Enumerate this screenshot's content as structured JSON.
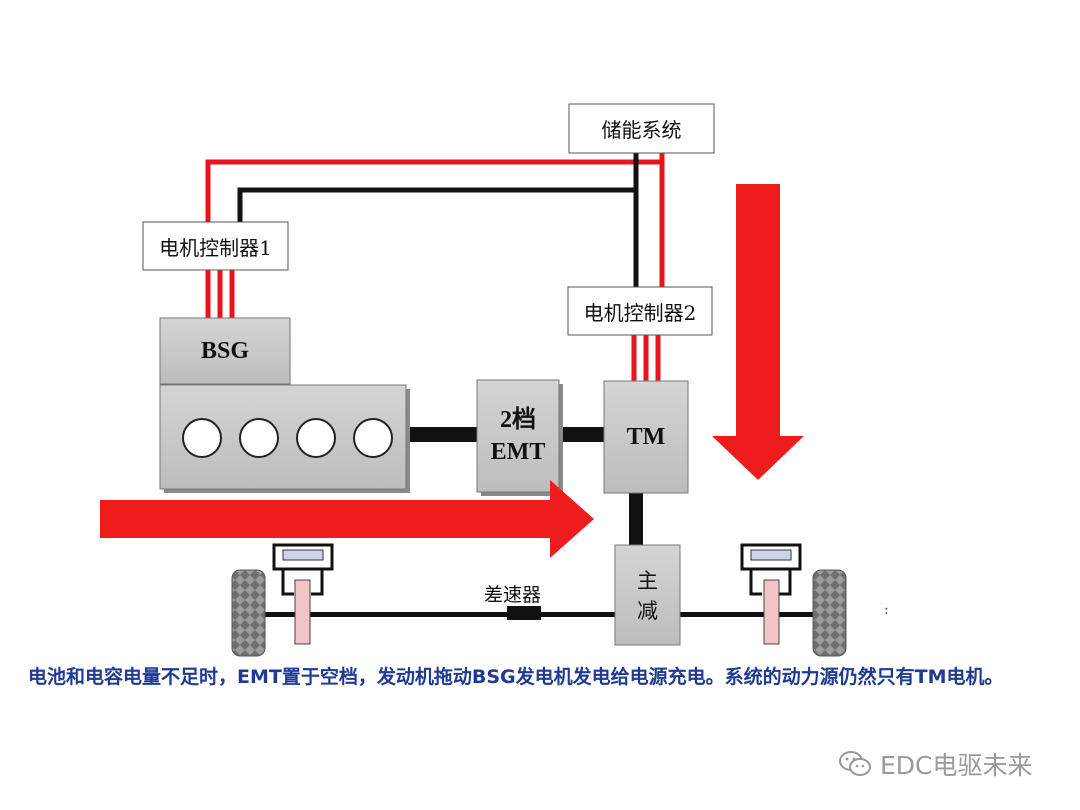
{
  "labels": {
    "storage": "储能系统",
    "controller1": "电机控制器1",
    "controller2": "电机控制器2",
    "bsg": "BSG",
    "emt_line1": "2档",
    "emt_line2": "EMT",
    "tm": "TM",
    "final_drive_line1": "主",
    "final_drive_line2": "减",
    "differential": "差速器"
  },
  "caption": "电池和电容电量不足时，EMT置于空档，发动机拖动BSG发电机发电给电源充电。系统的动力源仍然只有TM电机。",
  "watermark": {
    "icon": "wechat-icon",
    "text": "EDC电驱未来"
  },
  "stray_mark": ":",
  "colors": {
    "power_line": "#e8141b",
    "arrow": "#ee1c1c",
    "signal_line": "#111111",
    "component_fill": "#c8c8c8",
    "caption_text": "#1f3a93"
  }
}
